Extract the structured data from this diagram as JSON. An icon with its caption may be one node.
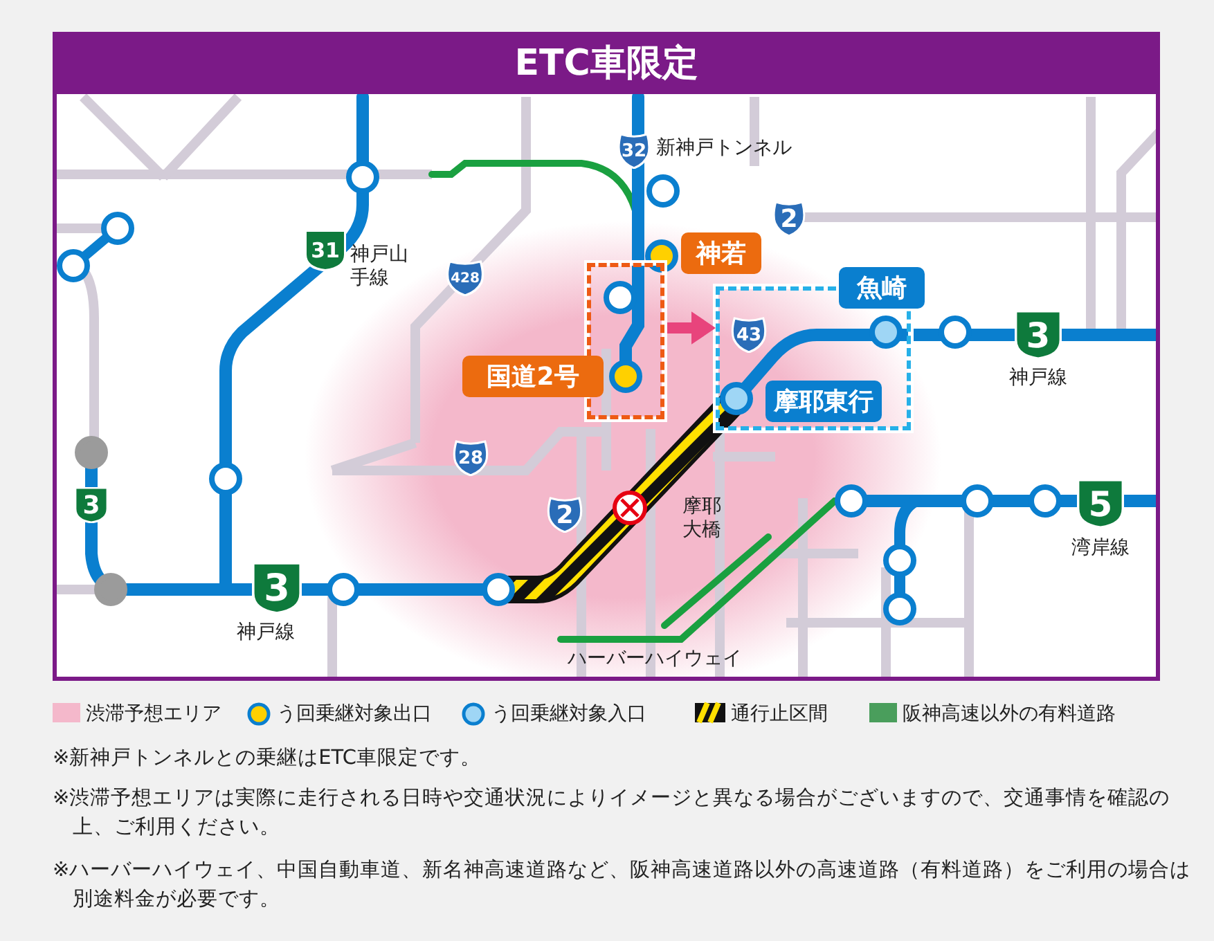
{
  "diagram": {
    "title": "ETC車限定",
    "nodes": [
      {
        "text": [
          "32"
        ],
        "beside": [
          "新神戸トンネル"
        ]
      },
      {
        "text": [
          "2"
        ]
      },
      {
        "text": [
          "神若"
        ]
      },
      {
        "text": [
          "31"
        ],
        "beside": [
          "神戸山手線"
        ]
      },
      {
        "text": [
          "428"
        ]
      },
      {
        "text": [],
        "shape": "box"
      },
      {
        "text": [
          "魚崎"
        ]
      },
      {
        "text": [],
        "shape": "box"
      },
      {
        "text": [
          "43"
        ],
        "in": 7
      },
      {
        "text": [
          "3"
        ],
        "beside": [
          "神戸線"
        ]
      },
      {
        "text": [
          "国道2号"
        ]
      },
      {
        "text": [
          "摩耶東行"
        ],
        "in": 7
      },
      {
        "text": [
          "28"
        ]
      },
      {
        "text": [
          "3"
        ]
      },
      {
        "text": [
          "2"
        ]
      },
      {
        "text": [
          "5"
        ],
        "beside": [
          "湾岸線"
        ]
      },
      {
        "text": [
          "3"
        ],
        "beside": [
          "神戸線"
        ]
      }
    ],
    "edges": [
      {
        "from": 5,
        "to": 7,
        "arrow": "to"
      }
    ],
    "labels": [
      "摩耶大橋",
      "ハーバーハイウェイ",
      "※新神戸トンネルとの乗継はETC車限定です。",
      "※渋滞予想エリアは実際に走行される日時や交通状況によりイメージと異なる場合がございますので、交通事情を確認の上、ご利用ください。",
      "※ハーバーハイウェイ、中国自動車道、新名神高速道路など、阪神高速道路以外の高速道路（有料道路）をご利用の場合は別途料金が必要です。"
    ],
    "legend": [
      {
        "text": "渋滞予想エリア",
        "color": "#f4b8cb"
      },
      {
        "text": "う回乗継対象出口"
      },
      {
        "text": "う回乗継対象入口"
      },
      {
        "text": "通行止区間"
      },
      {
        "text": "阪神高速以外の有料道路",
        "color": "#4a9e5c"
      }
    ]
  }
}
